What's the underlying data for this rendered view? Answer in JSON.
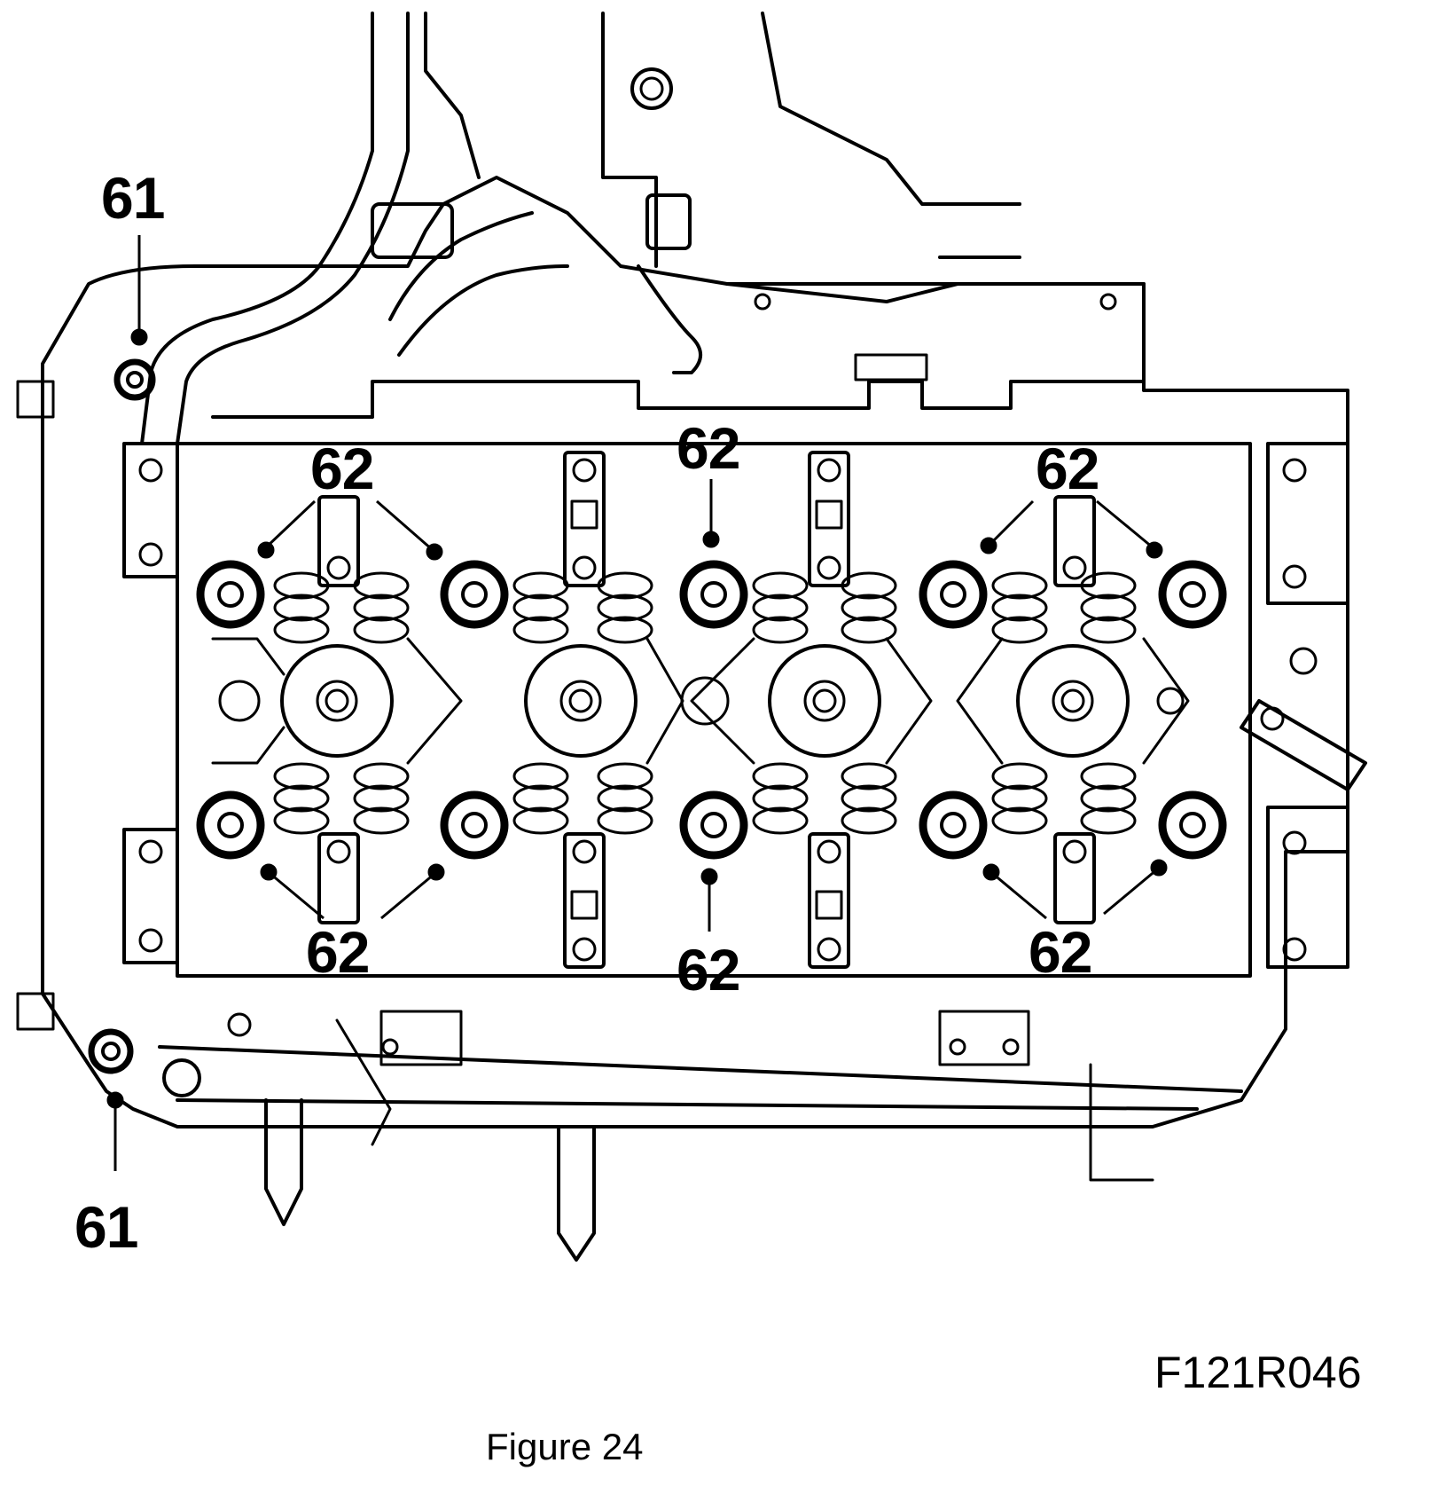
{
  "figure": {
    "caption": "Figure 24",
    "reference_code": "F121R046"
  },
  "callouts": [
    {
      "id": "c61-top",
      "label": "61"
    },
    {
      "id": "c61-bottom",
      "label": "61"
    },
    {
      "id": "c62-top-left",
      "label": "62"
    },
    {
      "id": "c62-top-center",
      "label": "62"
    },
    {
      "id": "c62-top-right",
      "label": "62"
    },
    {
      "id": "c62-bottom-left",
      "label": "62"
    },
    {
      "id": "c62-bottom-center",
      "label": "62"
    },
    {
      "id": "c62-bottom-right",
      "label": "62"
    }
  ]
}
